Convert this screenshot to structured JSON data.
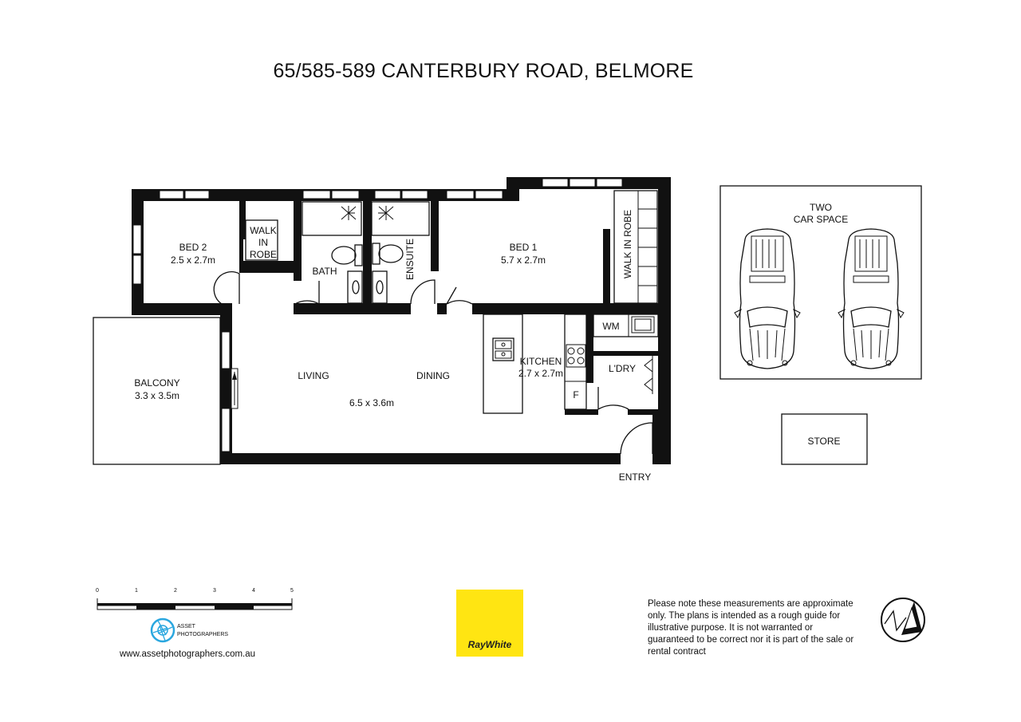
{
  "title": "65/585-589 CANTERBURY ROAD, BELMORE",
  "rooms": {
    "bed2": {
      "name": "BED 2",
      "size": "2.5 x 2.7m"
    },
    "walk_in_robe_2": [
      "WALK",
      "IN",
      "ROBE"
    ],
    "bath": "BATH",
    "ensuite": "ENSUITE",
    "bed1": {
      "name": "BED 1",
      "size": "5.7 x 2.7m"
    },
    "walk_in_robe_1": "WALK IN ROBE",
    "balcony": {
      "name": "BALCONY",
      "size": "3.3 x 3.5m"
    },
    "living": "LIVING",
    "dining": "DINING",
    "living_size": "6.5 x 3.6m",
    "kitchen": {
      "name": "KITCHEN",
      "size": "2.7 x 2.7m"
    },
    "fridge": "F",
    "wm": "WM",
    "laundry": "L'DRY",
    "entry": "ENTRY"
  },
  "garage": {
    "line1": "TWO",
    "line2": "CAR SPACE"
  },
  "store": "STORE",
  "scale": {
    "ticks": [
      "0",
      "1",
      "2",
      "3",
      "4",
      "5"
    ]
  },
  "branding": {
    "photographer_line1": "ASSET",
    "photographer_line2": "PHOTOGRAPHERS",
    "website": "www.assetphotographers.com.au",
    "agency": "RayWhite",
    "agency_color": "#ffe512",
    "photographer_color": "#2aa7df"
  },
  "disclaimer": "Please note these measurements are approximate only. The plans is intended as a rough guide for illustrative purpose. It is not warranted or guaranteed to be correct nor it is part of the sale or rental contract",
  "icons": {
    "compass": "north-arrow-icon",
    "logo": "camera-aperture-icon"
  }
}
